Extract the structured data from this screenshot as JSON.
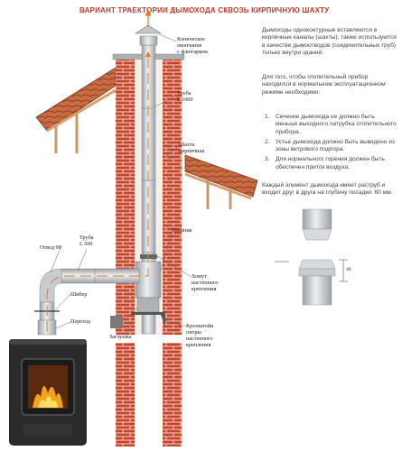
{
  "title": "ВАРИАНТ ТРАЕКТОРИИ ДЫМОХОДА СКВОЗЬ КИРПИЧНУЮ ШАХТУ",
  "labels": {
    "cone_top": [
      "Коническое",
      "окончание",
      "с флюгарком"
    ],
    "pipe_1000": [
      "Труба",
      "L 1000"
    ],
    "shaft": [
      "Шахта",
      "кирпичная"
    ],
    "pipe_500": [
      "Труба",
      "L 500"
    ],
    "elbow_90": "Отвод 90",
    "tee": "Тройник",
    "clamp_wall": [
      "Хомут",
      "настенного",
      "крепления"
    ],
    "damper": "Шибер",
    "adapter": "Переход",
    "plug": "Заглушка",
    "bracket": [
      "Кронштейн",
      "опоры",
      "настенного",
      "крепления"
    ],
    "dim_40": "40"
  },
  "text": {
    "para1": "Дымоходы одноконтурные вставляются в кирпичные каналы (шахты), также используются в качестве дымоотводов (соединительных труб) только внутри зданий.",
    "para2": "Для того, чтобы отопительный прибор находился в нормальном эксплуатационном режиме необходимо:",
    "list": [
      {
        "n": "1.",
        "t": "Сечение дымохода не должно быть меньше выходного патрубка отопительного прибора."
      },
      {
        "n": "2.",
        "t": "Устье дымохода должно быть выведено из зоны ветрового подпора."
      },
      {
        "n": "3.",
        "t": "Для нормального горения должен быть обеспечен приток воздуха."
      }
    ],
    "para3": "Каждый элемент дымохода имеет раструб и входит друг в друга на глубину посадки: 60 мм."
  },
  "colors": {
    "brick": "#c8412a",
    "mortar": "#ecdcc8",
    "pipe": "#cfd3d6",
    "arrow": "#e07b22",
    "roof": "#b5623a",
    "title": "#c0392b"
  }
}
